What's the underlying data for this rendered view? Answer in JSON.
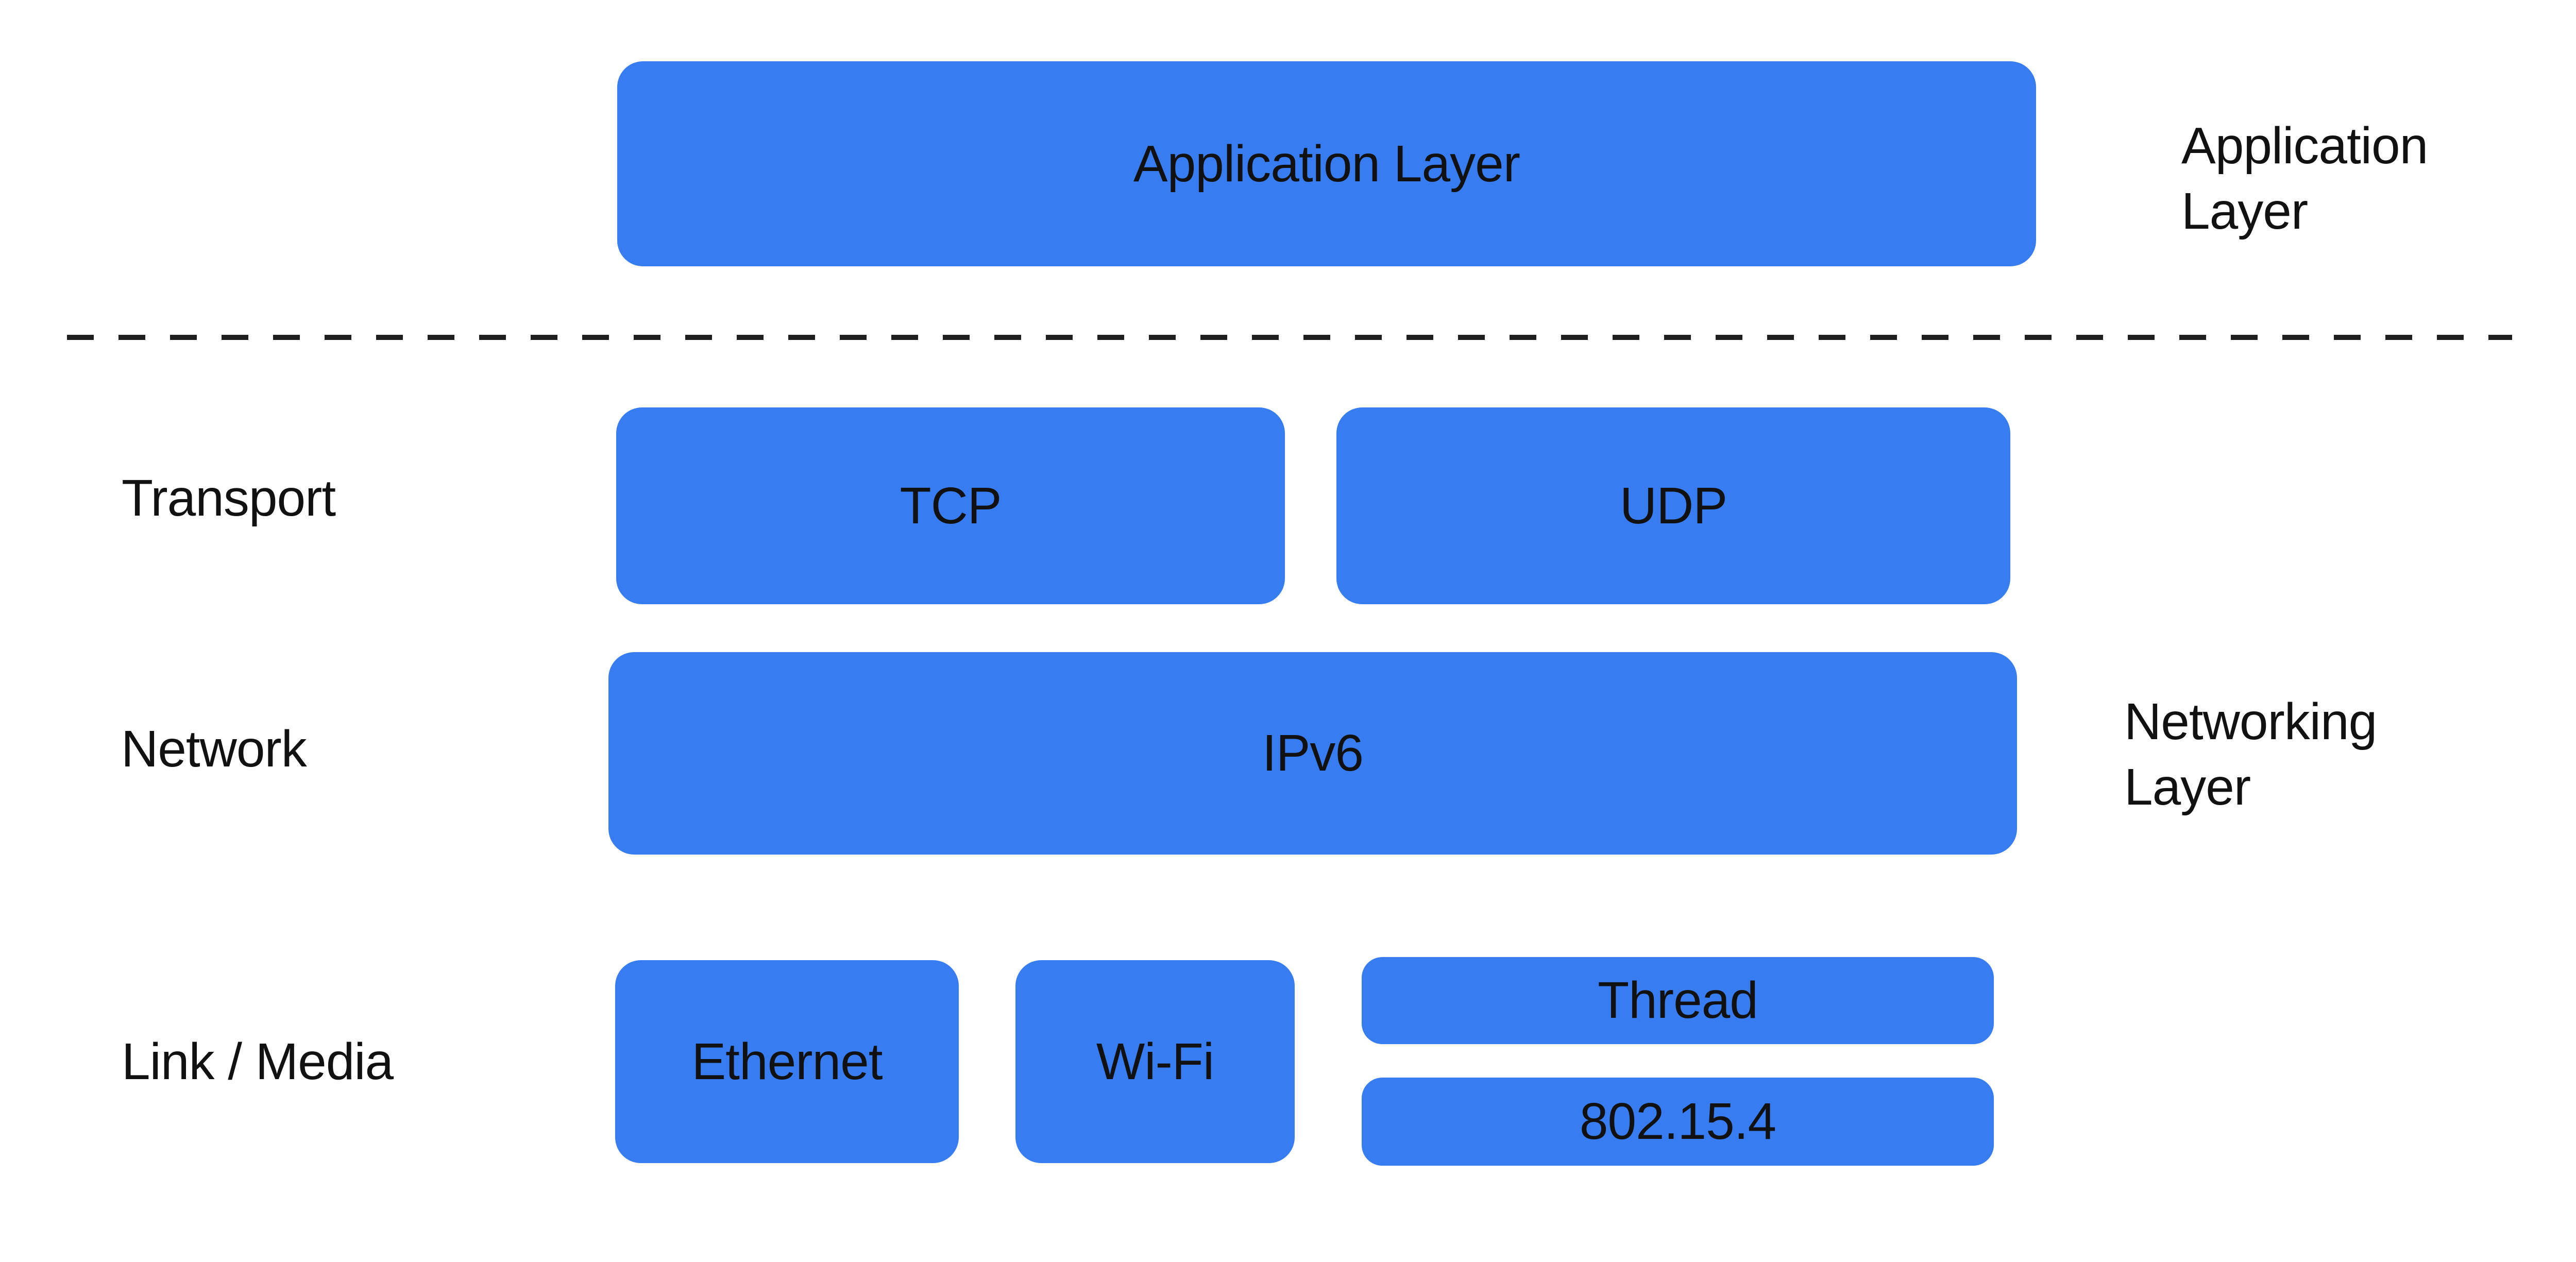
{
  "colors": {
    "box": "#377CF0",
    "text": "#111111",
    "background": "#ffffff",
    "dash": "#1f1f1f"
  },
  "application_row": {
    "box_label": "Application Layer",
    "side_label": "Application Layer"
  },
  "transport_row": {
    "label": "Transport",
    "boxes": [
      "TCP",
      "UDP"
    ]
  },
  "network_row": {
    "label": "Network",
    "box_label": "IPv6",
    "side_label": "Networking Layer"
  },
  "link_row": {
    "label": "Link / Media",
    "boxes": [
      "Ethernet",
      "Wi-Fi"
    ],
    "stack": [
      "Thread",
      "802.15.4"
    ]
  }
}
